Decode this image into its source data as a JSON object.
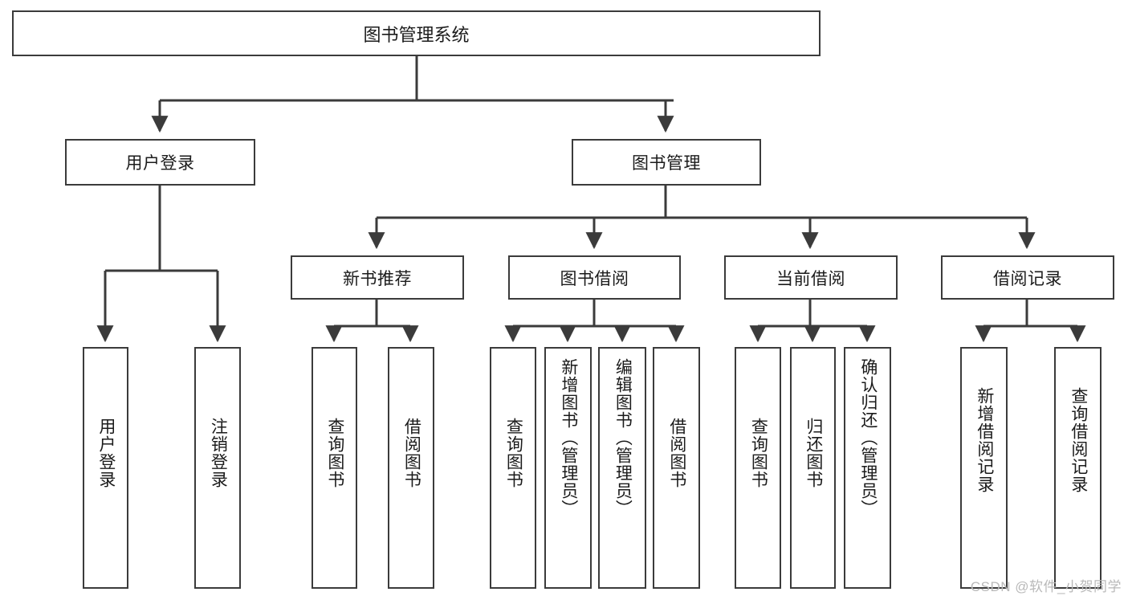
{
  "diagram": {
    "type": "tree",
    "title_node": {
      "label": "图书管理系统"
    },
    "level2": [
      {
        "label": "用户登录"
      },
      {
        "label": "图书管理"
      }
    ],
    "level3": [
      {
        "label": "新书推荐"
      },
      {
        "label": "图书借阅"
      },
      {
        "label": "当前借阅"
      },
      {
        "label": "借阅记录"
      }
    ],
    "leaves": {
      "user_login": [
        {
          "label": "用户登录"
        },
        {
          "label": "注销登录"
        }
      ],
      "new_book_recommend": [
        {
          "label": "查询图书"
        },
        {
          "label": "借阅图书"
        }
      ],
      "book_borrow": [
        {
          "label": "查询图书"
        },
        {
          "label": "新增图书（管理员）"
        },
        {
          "label": "编辑图书（管理员）"
        },
        {
          "label": "借阅图书"
        }
      ],
      "current_borrow": [
        {
          "label": "查询图书"
        },
        {
          "label": "归还图书"
        },
        {
          "label": "确认归还（管理员）"
        }
      ],
      "borrow_record": [
        {
          "label": "新增借阅记录"
        },
        {
          "label": "查询借阅记录"
        }
      ]
    }
  },
  "watermark": {
    "text": "CSDN @软件_小贺同学"
  },
  "colors": {
    "stroke": "#3b3b3b",
    "text": "#1b1b1b",
    "background": "#ffffff",
    "watermark": "#b9b9b9"
  }
}
